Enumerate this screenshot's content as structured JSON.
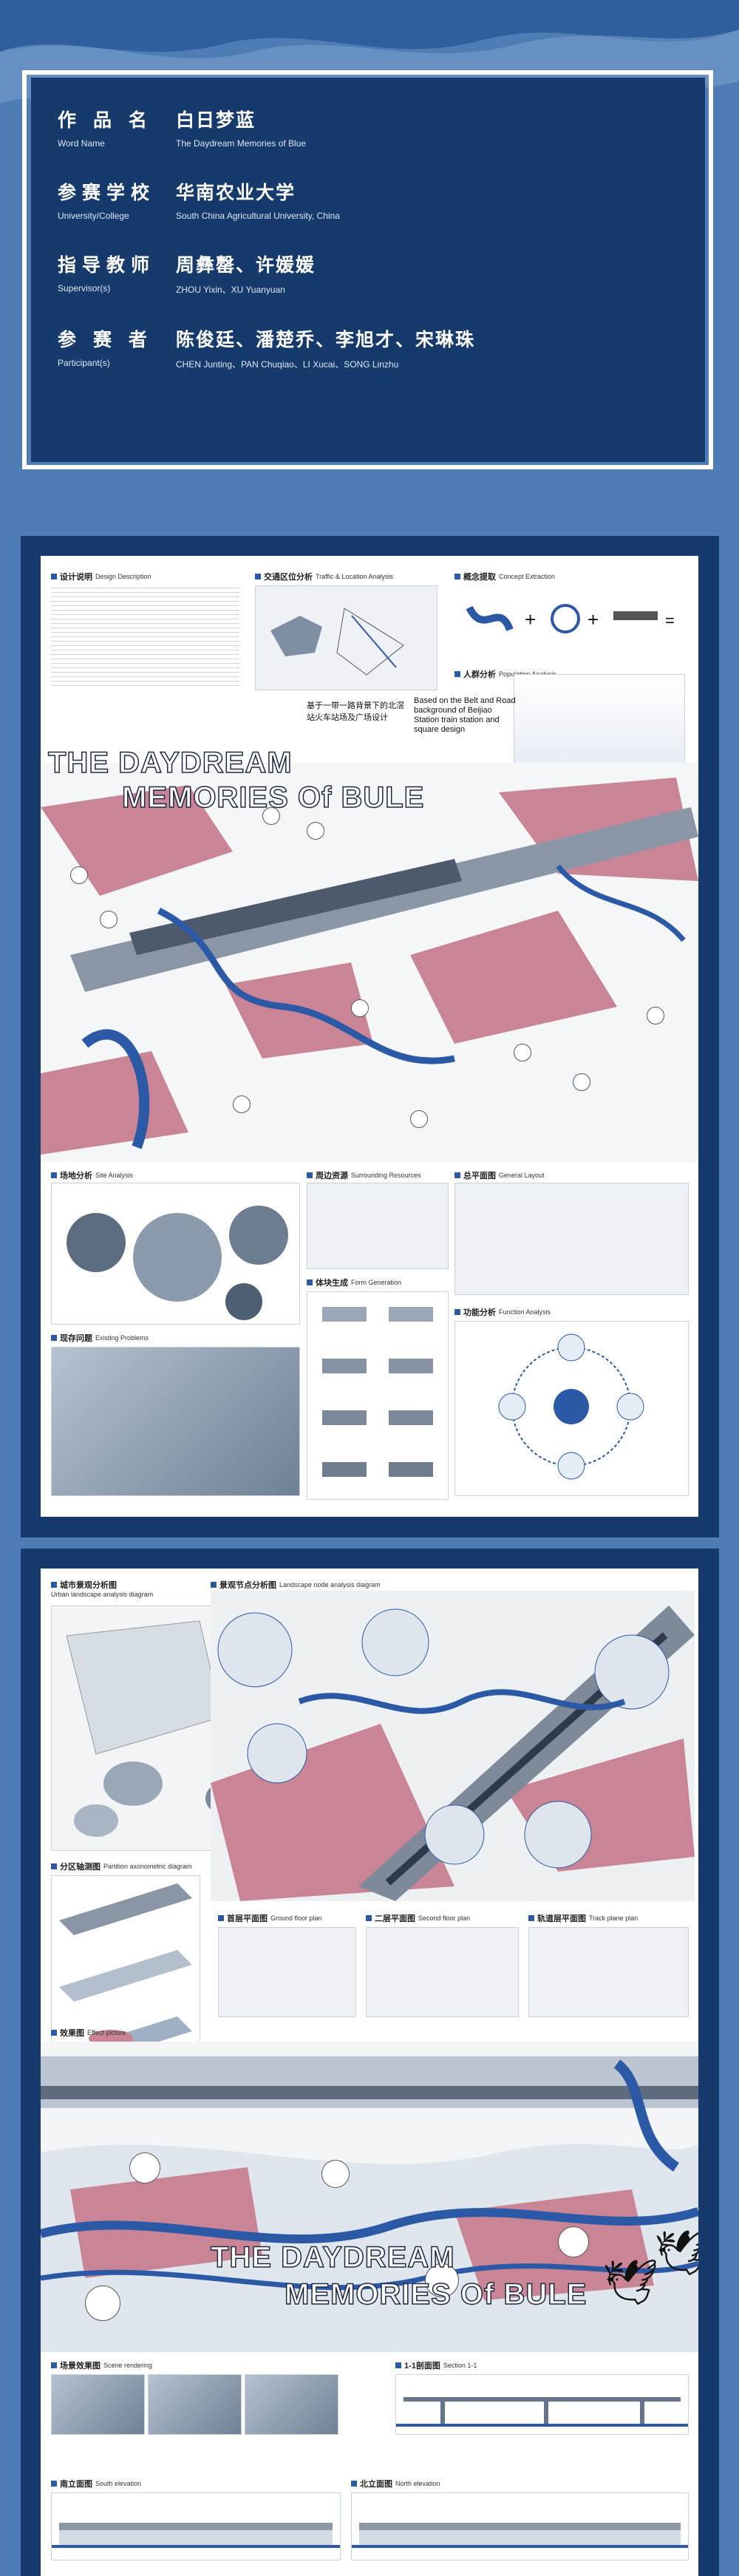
{
  "colors": {
    "background": "#4e7db5",
    "navy": "#163a6b",
    "accent_blue": "#2b59a5",
    "pink": "#c98595"
  },
  "info": {
    "rows": [
      {
        "label_cn": "作 品 名",
        "label_en": "Word Name",
        "value_cn": "白日梦蓝",
        "value_en": "The Daydream Memories of Blue"
      },
      {
        "label_cn": "参赛学校",
        "label_en": "University/College",
        "value_cn": "华南农业大学",
        "value_en": "South China Agricultural University, China"
      },
      {
        "label_cn": "指导教师",
        "label_en": "Supervisor(s)",
        "value_cn": "周彝罄、许媛媛",
        "value_en": "ZHOU Yixin、XU Yuanyuan"
      },
      {
        "label_cn": "参 赛 者",
        "label_en": "Participant(s)",
        "value_cn": "陈俊廷、潘楚乔、李旭才、宋琳珠",
        "value_en": "CHEN Junting、PAN Chuqiao、LI Xucai、SONG Linzhu"
      }
    ]
  },
  "board1": {
    "design_desc": {
      "cn": "设计说明",
      "en": "Design Description"
    },
    "traffic": {
      "cn": "交通区位分析",
      "en": "Traffic & Location Analysis"
    },
    "concept": {
      "cn": "概念提取",
      "en": "Concept Extraction"
    },
    "population": {
      "cn": "人群分析",
      "en": "Population Analysis"
    },
    "tagline_cn": "基于一带一路背景下的北滘站火车站场及广场设计",
    "tagline_en": "Based on the Belt and Road background of Beijiao Station train station and square design",
    "title_line1": "THE DAYDREAM",
    "title_line2": "MEMORIES Of BULE",
    "site": {
      "cn": "场地分析",
      "en": "Site Analysis"
    },
    "surrounding": {
      "cn": "周边资源",
      "en": "Surrounding Resources"
    },
    "layout": {
      "cn": "总平面图",
      "en": "General Layout"
    },
    "form": {
      "cn": "体块生成",
      "en": "Form Generation"
    },
    "problems": {
      "cn": "现存问题",
      "en": "Existing Problems"
    },
    "function": {
      "cn": "功能分析",
      "en": "Function Analysis"
    }
  },
  "board2": {
    "urban": {
      "cn": "城市景观分析图",
      "en": "Urban landscape analysis diagram"
    },
    "node": {
      "cn": "景观节点分析图",
      "en": "Landscape node analysis diagram"
    },
    "partition": {
      "cn": "分区轴测图",
      "en": "Partition axonometric diagram"
    },
    "ground": {
      "cn": "首层平面图",
      "en": "Ground floor plan"
    },
    "second": {
      "cn": "二层平面图",
      "en": "Second floor plan"
    },
    "track": {
      "cn": "轨道层平面图",
      "en": "Track plane plan"
    },
    "effect": {
      "cn": "效果图",
      "en": "Effect picture"
    },
    "title_line1": "THE DAYDREAM",
    "title_line2": "MEMORIES Of BULE",
    "scene": {
      "cn": "场景效果图",
      "en": "Scene rendering"
    },
    "section": {
      "cn": "1-1剖面图",
      "en": "Section 1-1"
    },
    "south": {
      "cn": "南立面图",
      "en": "South elevation"
    },
    "north": {
      "cn": "北立面图",
      "en": "North elevation"
    }
  }
}
